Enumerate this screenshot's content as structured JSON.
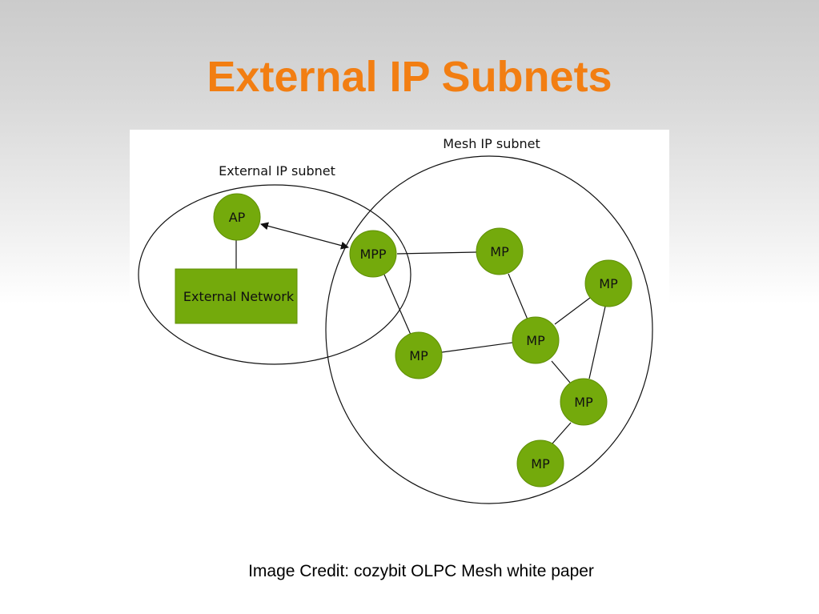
{
  "slide": {
    "title": "External IP Subnets",
    "caption": "Image Credit: cozybit OLPC Mesh white paper"
  },
  "diagram": {
    "mesh_subnet_label": "Mesh IP subnet",
    "external_subnet_label": "External IP subnet",
    "node_fill": "#74aa0c",
    "node_stroke": "#5f8f06",
    "nodes": {
      "ap": "AP",
      "external_network": "External Network",
      "mpp": "MPP",
      "mp_top": "MP",
      "mp_right": "MP",
      "mp_left": "MP",
      "mp_center": "MP",
      "mp_lower_right": "MP",
      "mp_bottom": "MP"
    },
    "edges": [
      [
        "ap",
        "external_network"
      ],
      [
        "ap",
        "mpp"
      ],
      [
        "mpp",
        "mp_top"
      ],
      [
        "mpp",
        "mp_left"
      ],
      [
        "mp_top",
        "mp_center"
      ],
      [
        "mp_left",
        "mp_center"
      ],
      [
        "mp_center",
        "mp_right"
      ],
      [
        "mp_center",
        "mp_lower_right"
      ],
      [
        "mp_right",
        "mp_lower_right"
      ],
      [
        "mp_lower_right",
        "mp_bottom"
      ]
    ]
  }
}
